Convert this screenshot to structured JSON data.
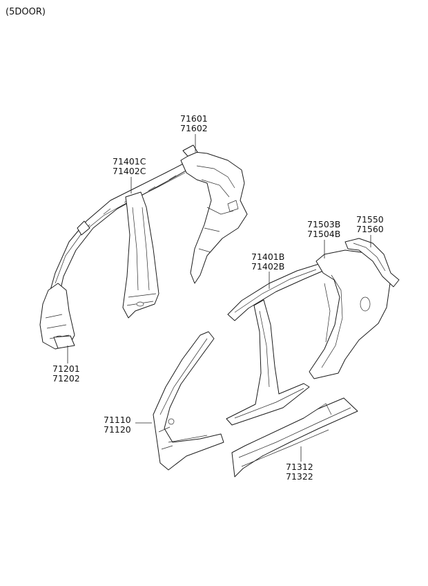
{
  "header": {
    "variant": "(5DOOR)"
  },
  "callouts": [
    {
      "id": "c71601",
      "lines": [
        "71601",
        "71602"
      ]
    },
    {
      "id": "c71401c",
      "lines": [
        "71401C",
        "71402C"
      ]
    },
    {
      "id": "c71201",
      "lines": [
        "71201",
        "71202"
      ]
    },
    {
      "id": "c71503b",
      "lines": [
        "71503B",
        "71504B"
      ]
    },
    {
      "id": "c71550",
      "lines": [
        "71550",
        "71560"
      ]
    },
    {
      "id": "c71401b",
      "lines": [
        "71401B",
        "71402B"
      ]
    },
    {
      "id": "c71110",
      "lines": [
        "71110",
        "71120"
      ]
    },
    {
      "id": "c71312",
      "lines": [
        "71312",
        "71322"
      ]
    }
  ]
}
